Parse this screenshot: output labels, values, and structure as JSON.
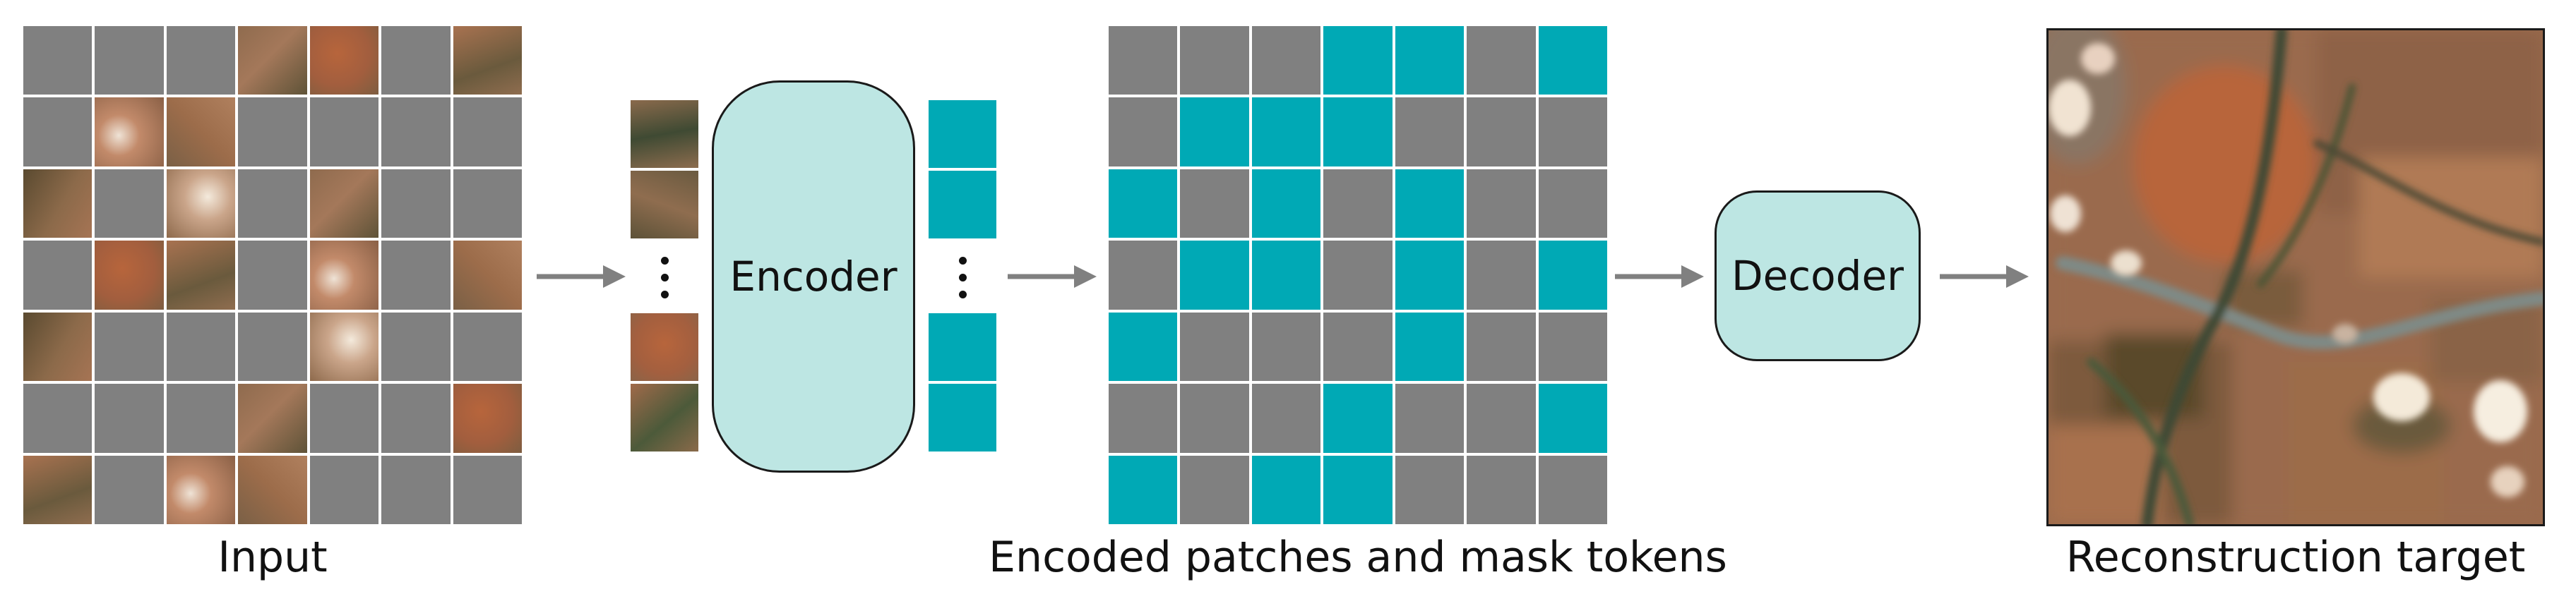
{
  "labels": {
    "input": "Input",
    "encoder": "Encoder",
    "encoded": "Encoded patches and mask tokens",
    "decoder": "Decoder",
    "target": "Reconstruction target"
  },
  "colors": {
    "mask_gray": "#808080",
    "token_teal": "#00a9b5",
    "box_fill": "#bde6e3",
    "arrow": "#808080",
    "grid_line": "#ffffff"
  },
  "input_grid": {
    "rows": 7,
    "cols": 7,
    "visible": [
      [
        0,
        0,
        0,
        1,
        1,
        0,
        1
      ],
      [
        0,
        1,
        1,
        0,
        0,
        0,
        0
      ],
      [
        1,
        0,
        1,
        0,
        1,
        0,
        0
      ],
      [
        0,
        1,
        1,
        0,
        1,
        0,
        1
      ],
      [
        1,
        0,
        0,
        0,
        1,
        0,
        0
      ],
      [
        0,
        0,
        0,
        1,
        0,
        0,
        1
      ],
      [
        1,
        0,
        1,
        1,
        0,
        0,
        0
      ]
    ]
  },
  "encoded_grid": {
    "rows": 7,
    "cols": 7,
    "tokens": [
      [
        0,
        0,
        0,
        1,
        1,
        0,
        1
      ],
      [
        0,
        1,
        1,
        1,
        0,
        0,
        0
      ],
      [
        1,
        0,
        1,
        0,
        1,
        0,
        0
      ],
      [
        0,
        1,
        1,
        0,
        1,
        0,
        1
      ],
      [
        1,
        0,
        0,
        0,
        1,
        0,
        0
      ],
      [
        0,
        0,
        0,
        1,
        0,
        0,
        1
      ],
      [
        1,
        0,
        1,
        1,
        0,
        0,
        0
      ]
    ]
  },
  "icons": {
    "arrow": "right-arrow-icon",
    "ellipsis": "vertical-ellipsis-icon"
  }
}
